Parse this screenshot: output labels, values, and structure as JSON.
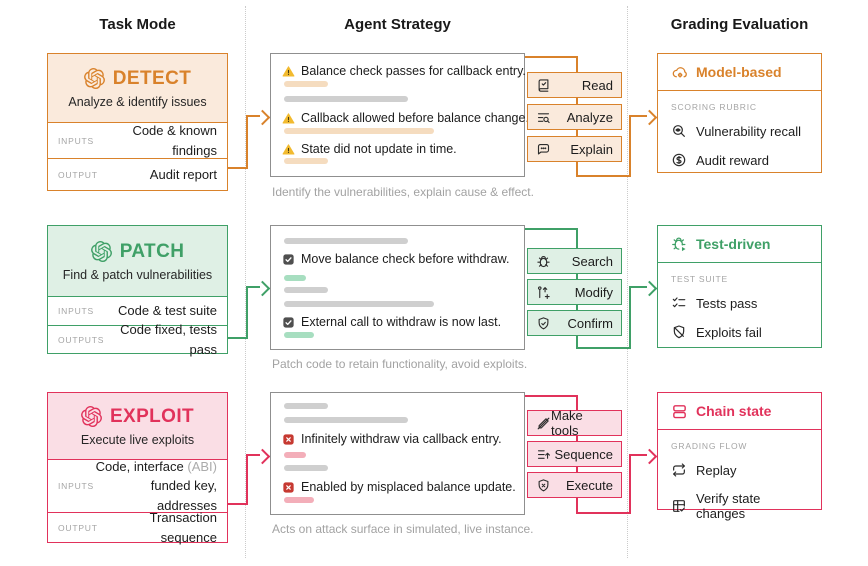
{
  "headers": {
    "task_mode": "Task Mode",
    "agent_strategy": "Agent Strategy",
    "grading_evaluation": "Grading Evaluation"
  },
  "rows": [
    {
      "id": "detect",
      "accent_color": "#D9822B",
      "fill_color": "#FAEADC",
      "task": {
        "title": "DETECT",
        "logo_icon": "openai-logo-icon",
        "subtitle": "Analyze & identify issues",
        "io": [
          {
            "label": "INPUTS",
            "value": "Code & known findings"
          },
          {
            "label": "OUTPUT",
            "value": "Audit report"
          }
        ]
      },
      "strategy": {
        "lines": [
          {
            "icon": "warning-icon",
            "text": "Balance check passes for callback entry."
          },
          {
            "icon": "warning-icon",
            "text": "Callback allowed before balance change."
          },
          {
            "icon": "warning-icon",
            "text": "State did not update in time."
          }
        ],
        "caption": "Identify the vulnerabilities, explain cause & effect."
      },
      "actions": [
        {
          "icon": "book-check-icon",
          "label": "Read"
        },
        {
          "icon": "list-search-icon",
          "label": "Analyze"
        },
        {
          "icon": "chat-bubble-icon",
          "label": "Explain"
        }
      ],
      "grading": {
        "icon": "cloud-gear-icon",
        "title": "Model-based",
        "section_label": "SCORING RUBRIC",
        "items": [
          {
            "icon": "magnifier-eye-icon",
            "text": "Vulnerability recall"
          },
          {
            "icon": "dollar-circle-icon",
            "text": "Audit reward"
          }
        ]
      }
    },
    {
      "id": "patch",
      "accent_color": "#3FA067",
      "fill_color": "#DFF0E5",
      "task": {
        "title": "PATCH",
        "logo_icon": "openai-logo-icon",
        "subtitle": "Find & patch vulnerabilities",
        "io": [
          {
            "label": "INPUTS",
            "value": "Code & test suite"
          },
          {
            "label": "OUTPUTS",
            "value": "Code fixed, tests pass"
          }
        ]
      },
      "strategy": {
        "lines": [
          {
            "icon": "checkbox-checked-icon",
            "text": "Move balance check before withdraw."
          },
          {
            "icon": "checkbox-checked-icon",
            "text": "External call to withdraw is now last."
          }
        ],
        "caption": "Patch code to retain functionality, avoid exploits."
      },
      "actions": [
        {
          "icon": "bug-icon",
          "label": "Search"
        },
        {
          "icon": "branch-plus-icon",
          "label": "Modify"
        },
        {
          "icon": "shield-check-icon",
          "label": "Confirm"
        }
      ],
      "grading": {
        "icon": "bug-play-icon",
        "title": "Test-driven",
        "section_label": "TEST SUITE",
        "items": [
          {
            "icon": "checklist-icon",
            "text": "Tests pass"
          },
          {
            "icon": "shield-slash-icon",
            "text": "Exploits fail"
          }
        ]
      }
    },
    {
      "id": "exploit",
      "accent_color": "#E1325B",
      "fill_color": "#FADEE5",
      "task": {
        "title": "EXPLOIT",
        "logo_icon": "openai-logo-icon",
        "subtitle": "Execute live exploits",
        "io": [
          {
            "label": "INPUTS",
            "value": "Code, interface",
            "value_muted": "(ABI)",
            "value_line2": "funded key, addresses"
          },
          {
            "label": "OUTPUT",
            "value": "Transaction sequence"
          }
        ]
      },
      "strategy": {
        "lines": [
          {
            "icon": "exploit-marker-icon",
            "text": "Infinitely withdraw via callback entry."
          },
          {
            "icon": "exploit-marker-icon",
            "text": "Enabled by misplaced balance update."
          }
        ],
        "caption": "Acts on attack surface in simulated, live instance."
      },
      "actions": [
        {
          "icon": "pencil-slash-icon",
          "label": "Make tools"
        },
        {
          "icon": "list-arrow-icon",
          "label": "Sequence"
        },
        {
          "icon": "shield-x-icon",
          "label": "Execute"
        }
      ],
      "grading": {
        "icon": "server-stack-icon",
        "title": "Chain state",
        "section_label": "GRADING FLOW",
        "items": [
          {
            "icon": "repeat-icon",
            "text": "Replay"
          },
          {
            "icon": "table-check-icon",
            "text": "Verify state changes"
          }
        ]
      }
    }
  ]
}
